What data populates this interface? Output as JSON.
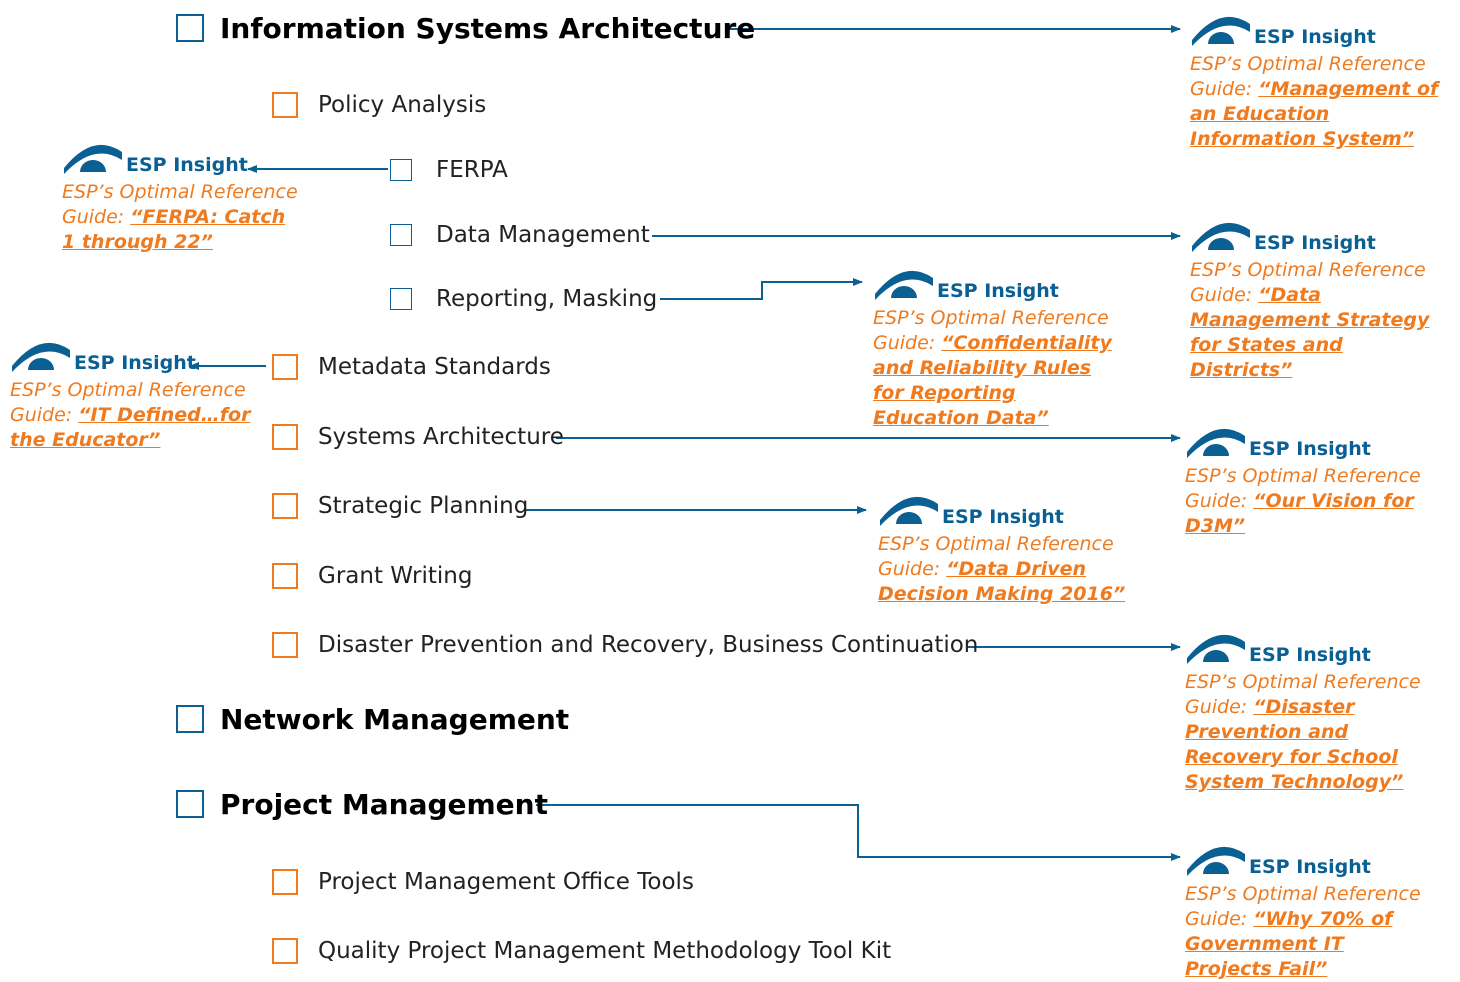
{
  "sections": [
    {
      "label": "Information Systems Architecture"
    },
    {
      "label": "Network Management"
    },
    {
      "label": "Project Management"
    }
  ],
  "subitems": {
    "policy_analysis": "Policy Analysis",
    "ferpa": "FERPA",
    "data_management": "Data Management",
    "reporting_masking": "Reporting, Masking",
    "metadata_standards": "Metadata Standards",
    "systems_architecture": "Systems Architecture",
    "strategic_planning": "Strategic Planning",
    "grant_writing": "Grant Writing",
    "disaster_prevention": "Disaster Prevention and Recovery, Business Continuation",
    "pmo_tools": "Project Management Office Tools",
    "quality_toolkit": "Quality Project Management Methodology Tool Kit"
  },
  "insight": {
    "title": "ESP Insight",
    "prefix": "ESP’s Optimal Reference Guide:",
    "guides": {
      "isa": "“Management of an Education Information System”",
      "ferpa": "“FERPA: Catch 1 through 22”",
      "data_mgmt": "“Data Management Strategy for States and Districts”",
      "reporting": "“Confidentiality and Reliability Rules for Reporting Education Data”",
      "metadata": "“IT Defined…for the Educator”",
      "systems_arch": "“Our Vision for D3M”",
      "strategic": "“Data Driven Decision Making 2016”",
      "disaster": "“Disaster Prevention and Recovery for School System Technology”",
      "project_mgmt": "“Why 70% of Government IT Projects Fail”"
    }
  },
  "colors": {
    "blue": "#0a5f93",
    "orange": "#f07a1e"
  },
  "icons": {
    "logo": "eye-logo-icon",
    "checkbox": "checkbox-icon",
    "arrow": "arrow-icon"
  }
}
